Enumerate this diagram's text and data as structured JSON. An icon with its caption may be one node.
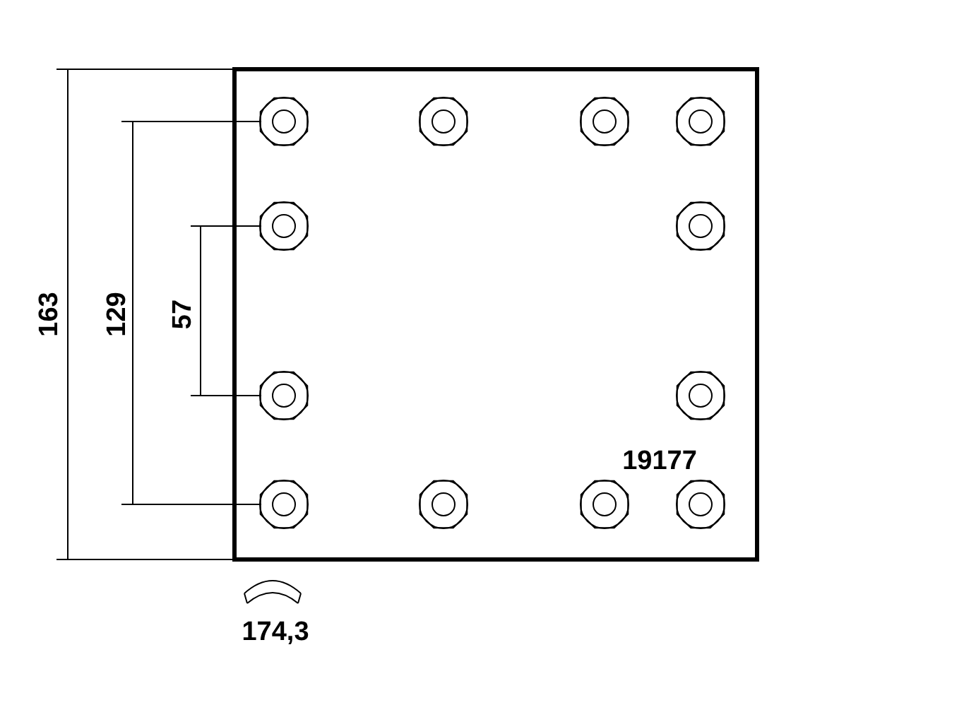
{
  "diagram": {
    "labels": [
      "163",
      "129",
      "57",
      "19177",
      "174,3"
    ]
  }
}
